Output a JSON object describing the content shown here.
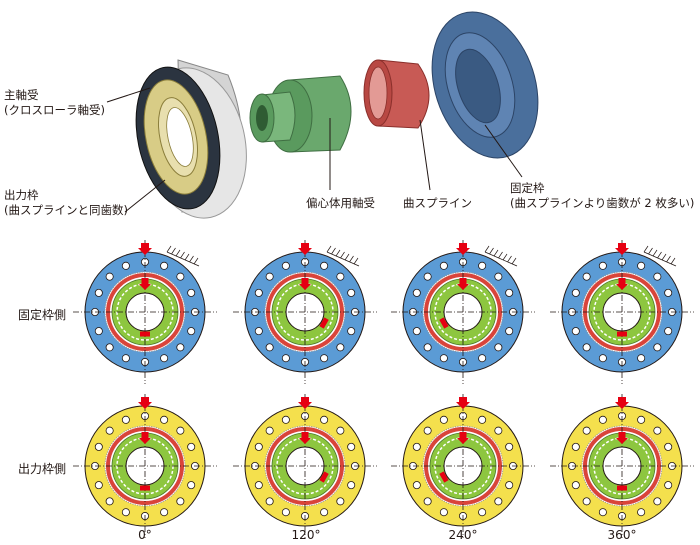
{
  "callouts": {
    "main_bearing": [
      "主軸受",
      "(クロスローラ軸受)"
    ],
    "output_frame": [
      "出力枠",
      "(曲スプラインと同歯数)"
    ],
    "eccentric_bearing": "偏心体用軸受",
    "curved_spline": "曲スプライン",
    "fixed_frame": [
      "固定枠",
      "(曲スプラインより歯数が 2 枚多い)"
    ]
  },
  "rows": {
    "fixed_side": "固定枠側",
    "output_side": "出力枠側"
  },
  "angles": [
    "0°",
    "120°",
    "240°",
    "360°"
  ],
  "colors": {
    "fixed_ring": "#5b9bd5",
    "output_ring": "#f4e04d",
    "spline": "#d9443a",
    "eccentric": "#8dc63f",
    "arrow": "#e60012",
    "bearing_gold": "#d8cc86",
    "housing_gray": "#c8c8c8",
    "green_part": "#5a9a5e",
    "red_part": "#c0504d",
    "blue_part": "#4a6f9c"
  }
}
